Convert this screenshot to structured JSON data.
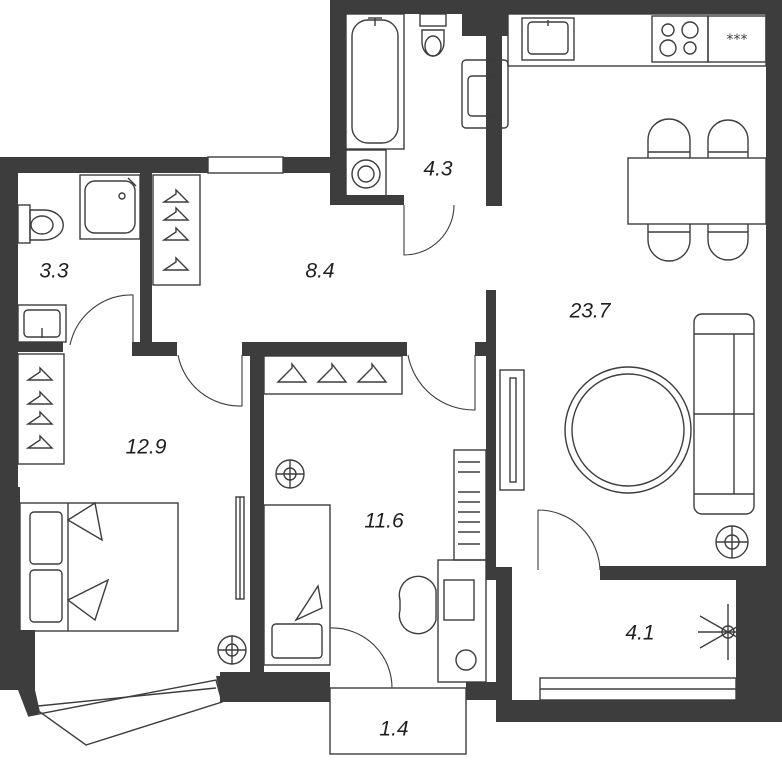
{
  "rooms": [
    {
      "id": "bathroom-main",
      "area": "4.3"
    },
    {
      "id": "bathroom-small",
      "area": "3.3"
    },
    {
      "id": "hallway",
      "area": "8.4"
    },
    {
      "id": "kitchen-living",
      "area": "23.7"
    },
    {
      "id": "bedroom",
      "area": "12.9"
    },
    {
      "id": "study",
      "area": "11.6"
    },
    {
      "id": "balcony",
      "area": "4.1"
    },
    {
      "id": "loggia",
      "area": "1.4"
    }
  ],
  "hob_marks": "***",
  "colors": {
    "wall": "#3d3d3d",
    "background": "#ffffff",
    "text": "#1f1f1f"
  }
}
